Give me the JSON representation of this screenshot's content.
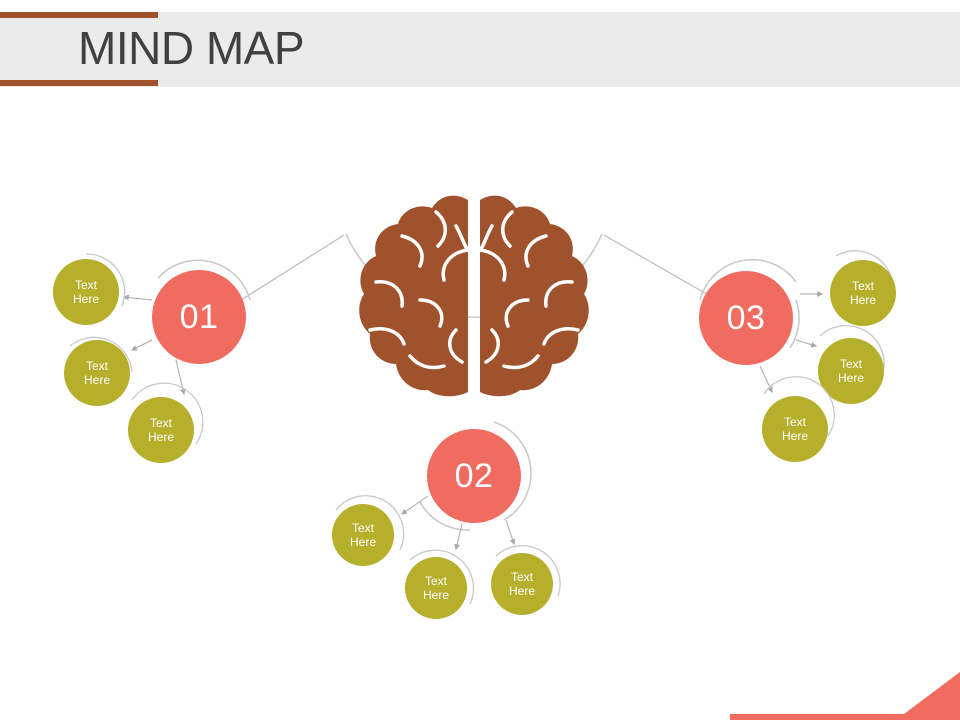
{
  "title": "MIND MAP",
  "colors": {
    "accent": "#a0522d",
    "hub": "#f06b60",
    "leaf": "#b5af2c",
    "brain": "#a0522d",
    "connector": "#bbbbbb",
    "header_band": "#ebebeb",
    "corner": "#f06b60"
  },
  "brain": {
    "icon": "brain-icon"
  },
  "nodes": [
    {
      "number": "01",
      "leaves": [
        "Text\nHere",
        "Text\nHere",
        "Text\nHere"
      ]
    },
    {
      "number": "02",
      "leaves": [
        "Text\nHere",
        "Text\nHere",
        "Text\nHere"
      ]
    },
    {
      "number": "03",
      "leaves": [
        "Text\nHere",
        "Text\nHere",
        "Text\nHere"
      ]
    }
  ]
}
